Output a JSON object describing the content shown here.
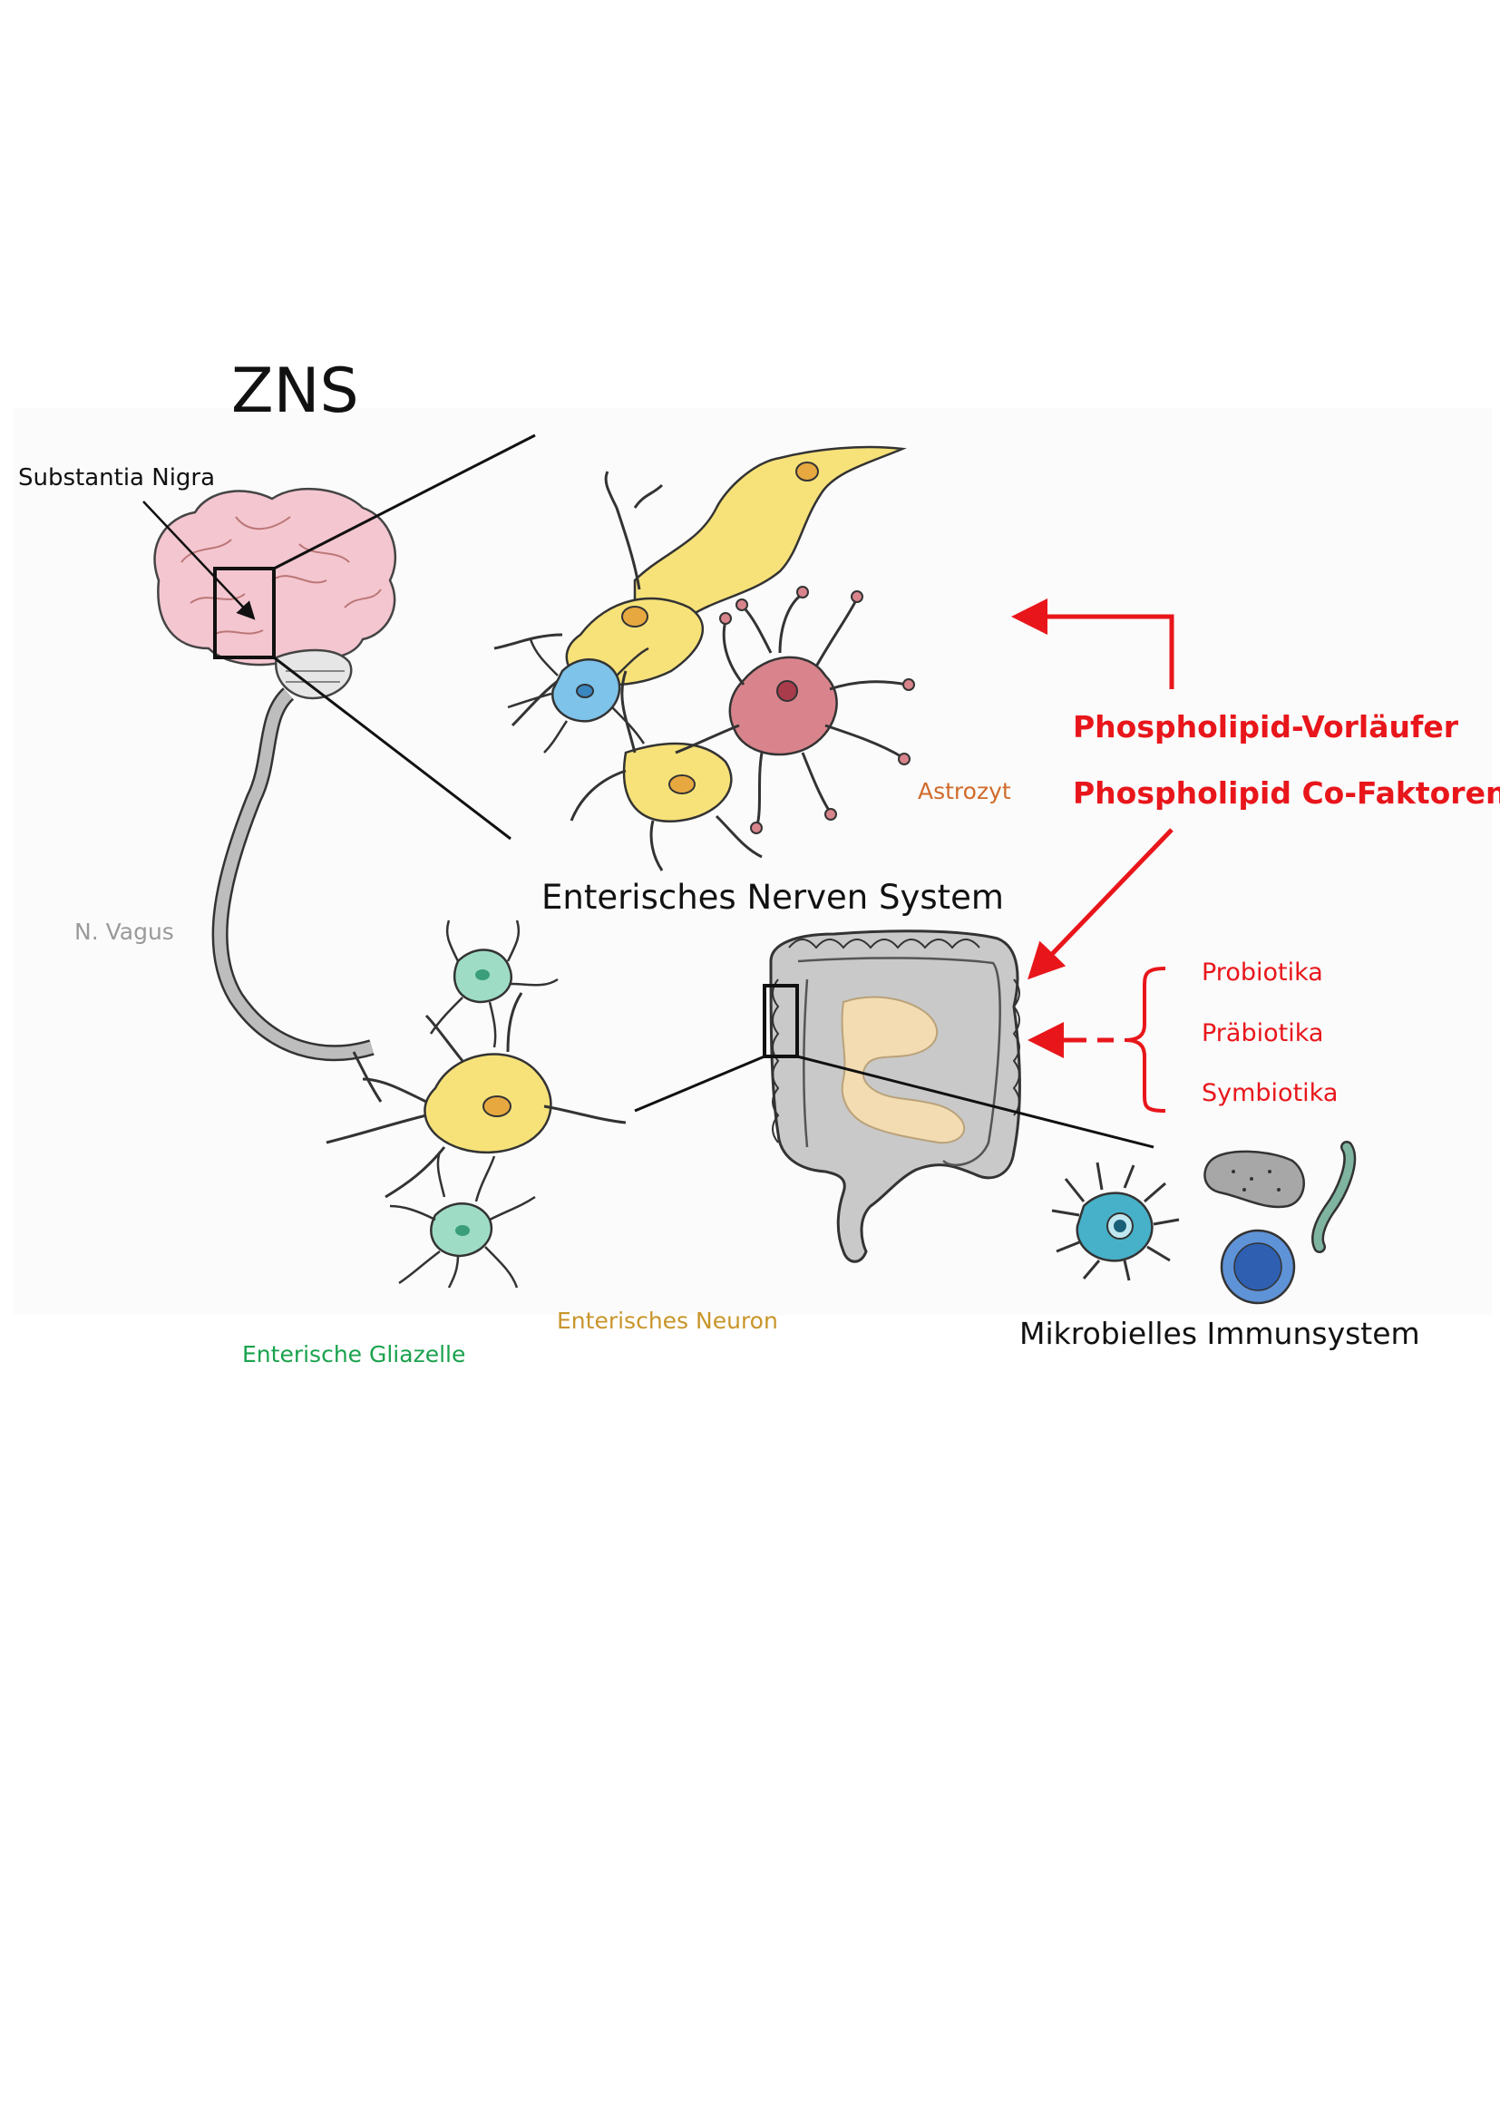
{
  "labels": {
    "title": "ZNS",
    "substantia_nigra": "Substantia Nigra",
    "vagus": "N. Vagus",
    "ens": "Enterisches Nerven System",
    "astrozyt": "Astrozyt",
    "phospholipid_vorlaeufer": "Phospholipid-Vorläufer",
    "phospholipid_cofaktoren": "Phospholipid Co-Faktoren",
    "probiotika": "Probiotika",
    "praebiotika": "Präbiotika",
    "symbiotika": "Symbiotika",
    "enterisches_neuron": "Enterisches Neuron",
    "enterische_gliazelle": "Enterische Gliazelle",
    "immunsystem": "Mikrobielles Immunsystem"
  },
  "colors": {
    "accent_red": "#e8161b",
    "brain_pink": "#f4c6d0",
    "neuron_yellow": "#f7e27a",
    "astrocyte_red": "#d9848c",
    "glia_green": "#9fdcc5",
    "glia_blue": "#7ec3ea",
    "gut_gray": "#c9c9c9",
    "gut_inner": "#f3dcb1",
    "vagus_gray": "#bdbdbd",
    "label_orange": "#d06a2a",
    "label_gold": "#c8952a",
    "label_green": "#1aa24d",
    "label_gray": "#9a9a9a"
  }
}
